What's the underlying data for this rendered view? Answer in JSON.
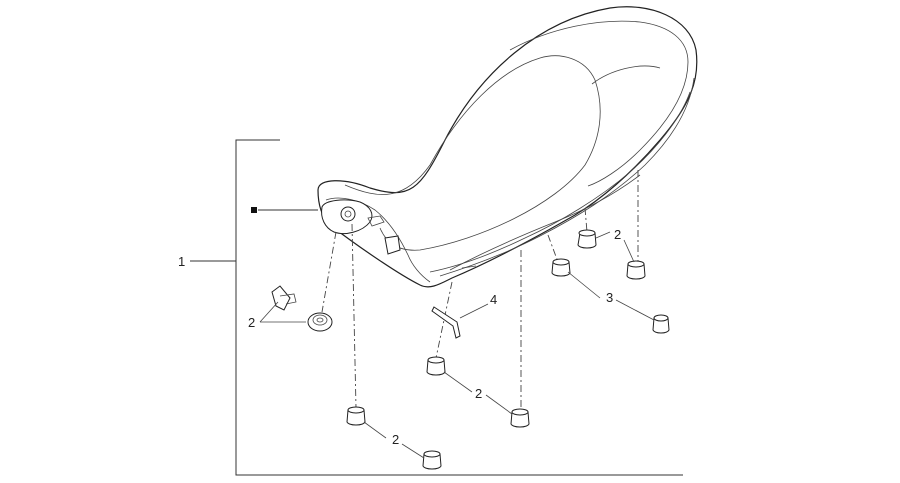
{
  "callouts": {
    "assembly": "1",
    "bumper_left": "2",
    "bumper_right_top": "2",
    "bumper_middle": "2",
    "bumper_bottom": "2",
    "pad": "3",
    "key": "4"
  }
}
